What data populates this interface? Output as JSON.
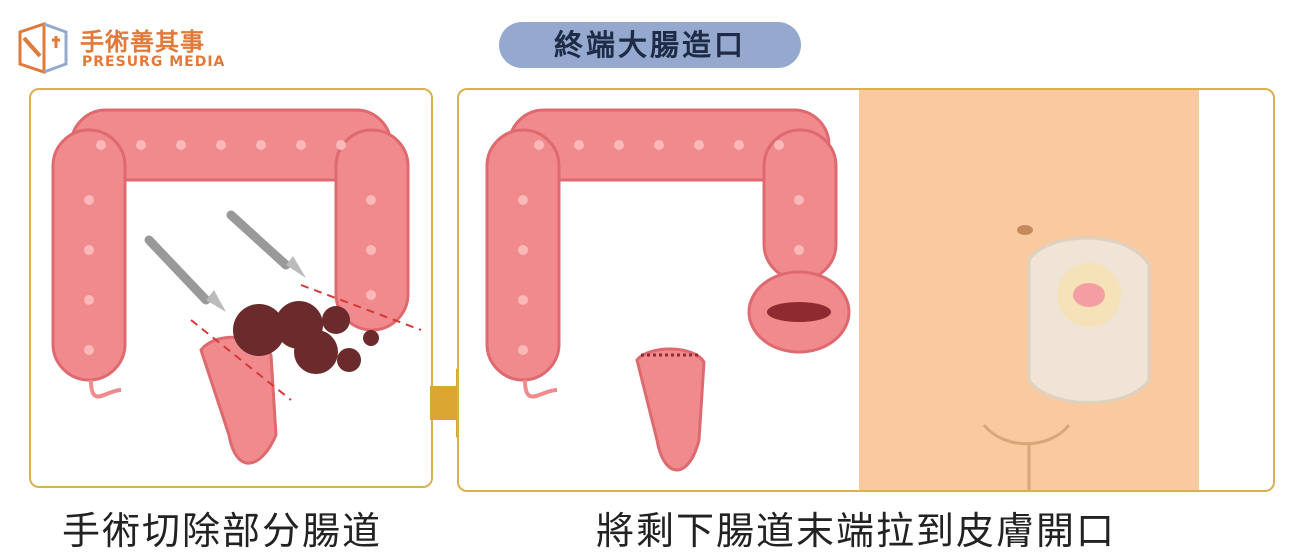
{
  "logo": {
    "name_cn": "手術善其事",
    "name_en": "PRESURG MEDIA"
  },
  "title": "終端大腸造口",
  "captions": {
    "left": "手術切除部分腸道",
    "right": "將剩下腸道末端拉到皮膚開口"
  },
  "colors": {
    "panel_border": "#d9b24f",
    "title_bg": "#94a9cd",
    "colon": "#f08a8c",
    "colon_dark": "#de6a70",
    "tumor": "#6b2a2b",
    "skin": "#f9c9a0",
    "arrow": "#dba531",
    "logo": "#e07a3a"
  },
  "icons": [
    "scalpel-icon",
    "logo-icon",
    "arrow-right-icon"
  ]
}
